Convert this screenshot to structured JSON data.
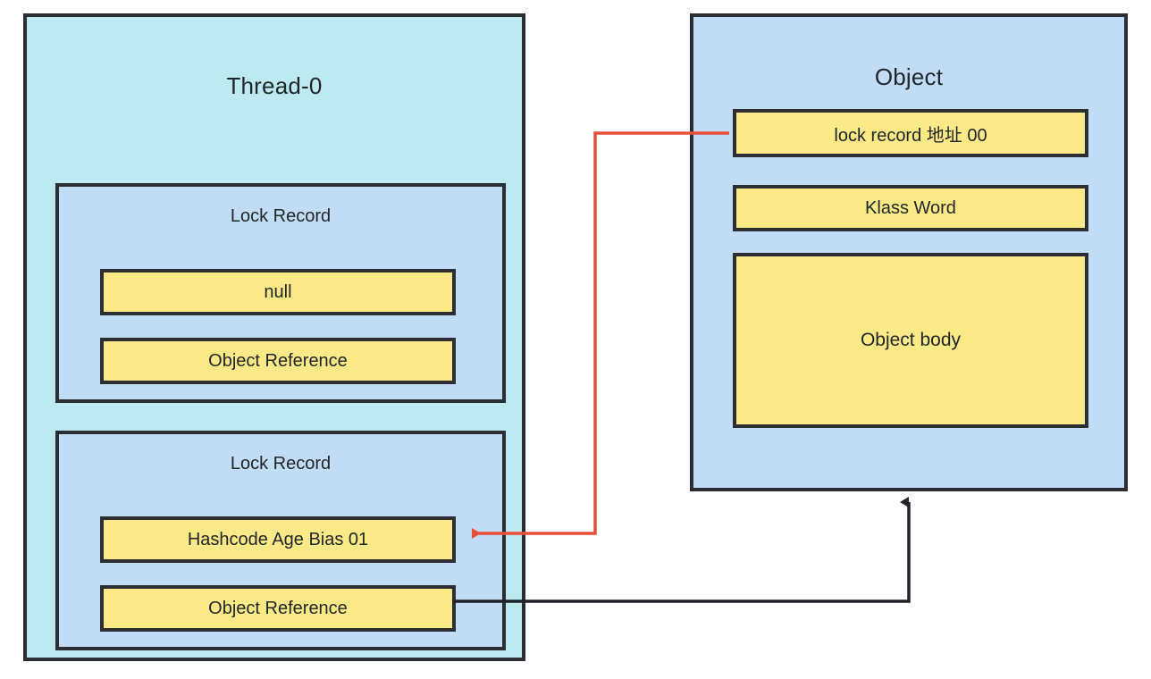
{
  "diagram": {
    "title": "Java object header / lock record diagram",
    "colors": {
      "thread_panel_bg": "#bde9f0",
      "object_panel_bg": "#c2dcf6",
      "slot_bg": "#fbe987",
      "stroke": "#2b2f33",
      "red_arrow": "#e8503a",
      "black_arrow": "#1f2329"
    }
  },
  "thread_panel": {
    "title": "Thread-0",
    "lock_records": [
      {
        "title": "Lock Record",
        "slots": [
          {
            "label": "null"
          },
          {
            "label": "Object Reference"
          }
        ]
      },
      {
        "title": "Lock Record",
        "slots": [
          {
            "label": "Hashcode Age Bias 01"
          },
          {
            "label": "Object Reference"
          }
        ]
      }
    ]
  },
  "object_panel": {
    "title": "Object",
    "slots": [
      {
        "label": "lock record 地址 00"
      },
      {
        "label": "Klass Word"
      },
      {
        "label": "Object body"
      }
    ]
  },
  "connectors": [
    {
      "name": "lock-record-address-to-hashcode",
      "color": "#e8503a",
      "from": "object.lock_record_address_slot",
      "to": "thread.lock_record_2.hashcode_slot",
      "arrowhead": "left"
    },
    {
      "name": "object-reference-to-object",
      "color": "#1f2329",
      "from": "thread.lock_record_2.object_reference_slot",
      "to": "object.panel_bottom",
      "arrowhead": "up"
    }
  ]
}
